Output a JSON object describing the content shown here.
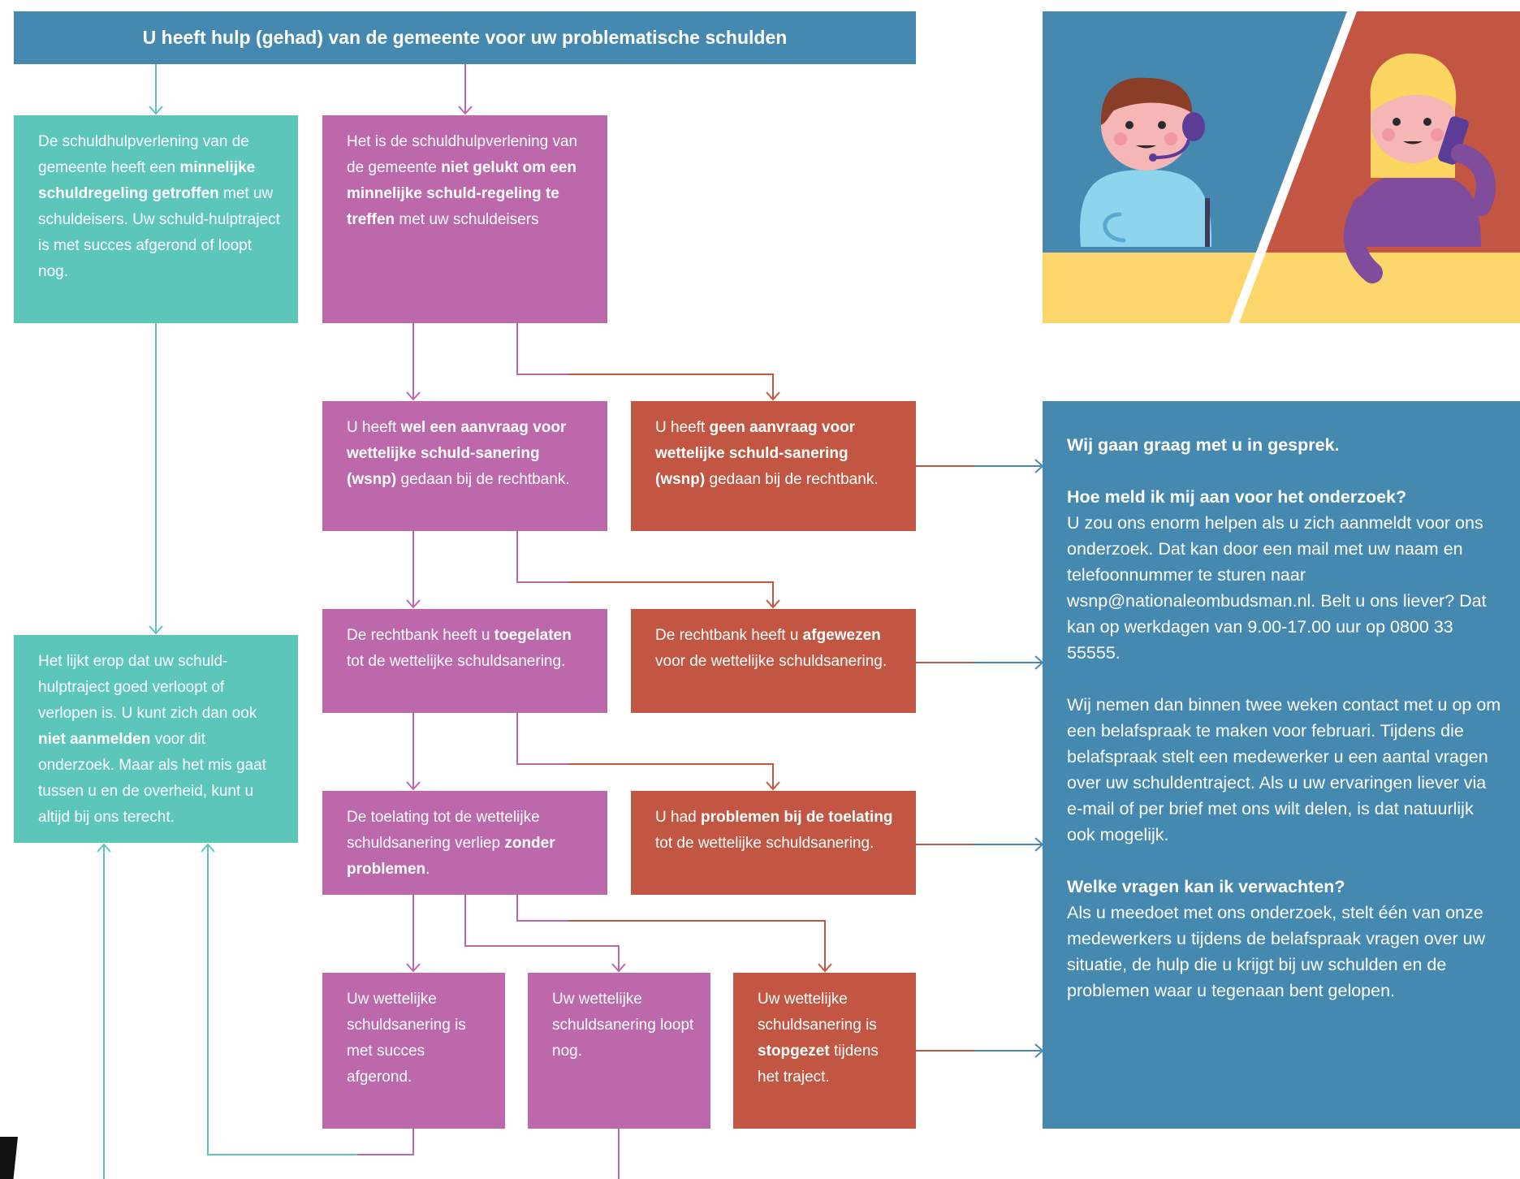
{
  "header": {
    "title": "U heeft hulp (gehad) van de gemeente voor uw problematische schulden"
  },
  "boxes": {
    "b1": {
      "t1": "De schuldhulpverlening van de gemeente heeft een ",
      "b1": "minnelijke schuldregeling getroffen",
      "t2": " met uw schuldeisers. Uw schuld-hulptraject is met succes afgerond of loopt nog."
    },
    "b2": {
      "t1": "Het is de schuldhulpverlening van de gemeente ",
      "b1": "niet gelukt om een minnelijke schuld-regeling te treffen",
      "t2": " met uw schuldeisers"
    },
    "b3": {
      "t1": "U heeft ",
      "b1": "wel een aanvraag voor wettelijke schuld-sanering (wsnp)",
      "t2": " gedaan bij de rechtbank."
    },
    "b4": {
      "t1": "U heeft ",
      "b1": "geen aanvraag voor wettelijke schuld-sanering (wsnp)",
      "t2": " gedaan bij de rechtbank."
    },
    "b5": {
      "t1": "Het lijkt erop dat uw schuld-hulptraject goed verloopt of verlopen is. U kunt zich dan ook ",
      "b1": "niet aanmelden",
      "t2": " voor dit onderzoek. Maar als het mis gaat tussen u en de overheid, kunt u altijd bij ons terecht."
    },
    "b6": {
      "t1": "De rechtbank heeft u ",
      "b1": "toegelaten",
      "t2": " tot de wettelijke schuldsanering."
    },
    "b7": {
      "t1": "De rechtbank heeft u ",
      "b1": "afgewezen",
      "t2": " voor de wettelijke schuldsanering."
    },
    "b8": {
      "t1": "De toelating tot de wettelijke schuldsanering verliep ",
      "b1": "zonder problemen",
      "t2": "."
    },
    "b9": {
      "t1": "U had ",
      "b1": "problemen bij de toelating",
      "t2": " tot de wettelijke schuldsanering."
    },
    "b10": {
      "t1": "Uw wettelijke schuldsanering is met succes afgerond."
    },
    "b11": {
      "t1": "Uw wettelijke schuldsanering loopt nog."
    },
    "b12": {
      "t1": "Uw wettelijke schuldsanering is ",
      "b1": "stopgezet",
      "t2": " tijdens het traject."
    }
  },
  "info": {
    "heading1": "Wij gaan graag met u in gesprek.",
    "heading2": "Hoe meld ik mij aan voor het onderzoek?",
    "para1": "U zou ons enorm helpen als u zich aanmeldt voor ons onderzoek. Dat kan door een mail met uw naam en telefoonnummer te sturen naar wsnp@nationaleombudsman.nl. Belt u ons liever? Dat kan op werkdagen van 9.00-17.00 uur op 0800 33 55555.",
    "para2": "Wij nemen dan binnen twee weken contact met u op om een belafspraak te maken voor februari. Tijdens die belafspraak stelt een medewerker u een aantal vragen over uw schuldentraject. Als u uw ervaringen liever via e-mail of per brief met ons wilt delen, is dat natuurlijk ook mogelijk.",
    "heading3": "Welke vragen kan ik verwachten?",
    "para3": "Als u meedoet met ons onderzoek, stelt één van onze medewerkers u tijdens de belafspraak vragen over uw situatie, de hulp die u krijgt bij uw schulden en de problemen waar u tegenaan bent gelopen."
  },
  "colors": {
    "blue": "#4589b0",
    "teal": "#5cc6bb",
    "pink": "#bc68ab",
    "red": "#c25643",
    "yellow": "#fcd56b"
  }
}
